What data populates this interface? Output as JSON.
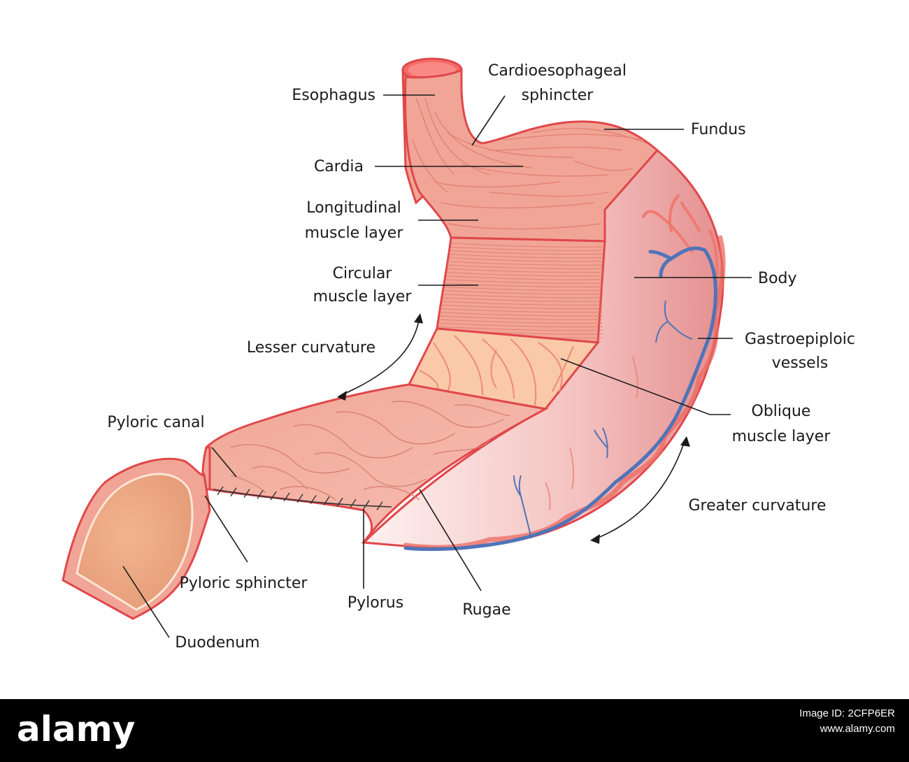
{
  "labels": {
    "esophagus": "Esophagus",
    "cardioesophageal_1": "Cardioesophageal",
    "cardioesophageal_2": "sphincter",
    "fundus": "Fundus",
    "cardia": "Cardia",
    "longitudinal_1": "Longitudinal",
    "longitudinal_2": "muscle layer",
    "circular_1": "Circular",
    "circular_2": "muscle layer",
    "body": "Body",
    "lesser_curvature": "Lesser curvature",
    "gastroepiploic_1": "Gastroepiploic",
    "gastroepiploic_2": "vessels",
    "oblique_1": "Oblique",
    "oblique_2": "muscle layer",
    "pyloric_canal": "Pyloric canal",
    "greater_curvature": "Greater curvature",
    "pyloric_sphincter": "Pyloric sphincter",
    "pylorus": "Pylorus",
    "rugae": "Rugae",
    "duodenum": "Duodenum"
  },
  "footer": {
    "logo_text": "alamy",
    "image_id_label": "Image ID: 2CFP6ER",
    "site": "www.alamy.com"
  },
  "colors": {
    "outline": "#e0474a",
    "muscle": "#f1a596",
    "muscle_line": "#e07a6e",
    "oblique_fill": "#f9c9a8",
    "serosa_light": "#fbe8e6",
    "serosa_dark": "#e99191",
    "vein": "#4f74b8",
    "artery": "#ef7a70",
    "duodenum_lumen": "#eeaa82"
  },
  "icons": {
    "curvature_arrows": "double-headed-curved-arrow-icon"
  }
}
